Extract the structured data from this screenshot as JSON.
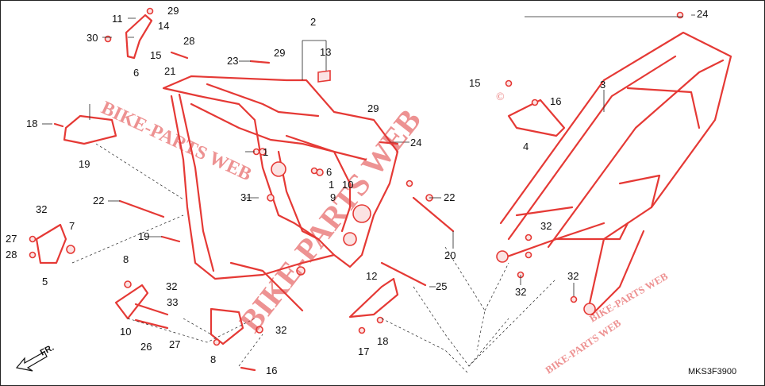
{
  "diagram": {
    "code": "MKS3F3900",
    "direction_label": "FR.",
    "watermark_main": "BIKE-PARTS WEB",
    "watermark_small": "BIKE-PARTS WEB",
    "watermark_reg": "©",
    "callouts": [
      "1",
      "1",
      "2",
      "3",
      "4",
      "5",
      "6",
      "6",
      "7",
      "8",
      "8",
      "9",
      "10",
      "10",
      "11",
      "12",
      "13",
      "14",
      "15",
      "15",
      "16",
      "16",
      "17",
      "18",
      "18",
      "19",
      "19",
      "20",
      "21",
      "22",
      "22",
      "23",
      "24",
      "24",
      "25",
      "26",
      "27",
      "27",
      "28",
      "28",
      "29",
      "29",
      "29",
      "30",
      "31",
      "32",
      "32",
      "32",
      "32",
      "32",
      "32",
      "33"
    ]
  }
}
